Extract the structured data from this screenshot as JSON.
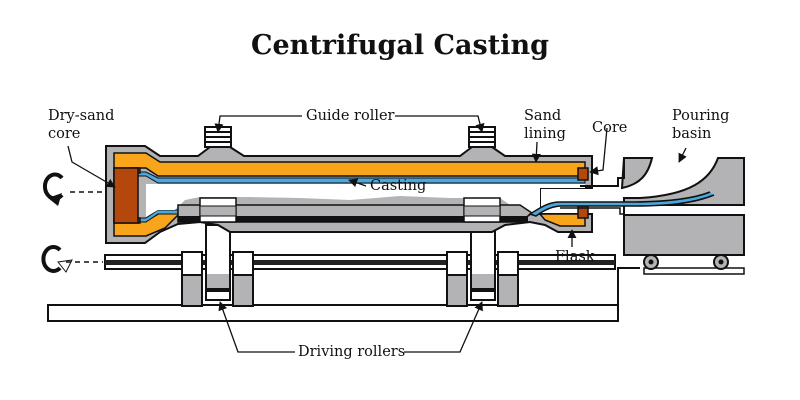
{
  "title": "Centrifugal Casting",
  "labels": {
    "dry_sand_core": "Dry-sand\ncore",
    "dry_sand_core_l1": "Dry-sand",
    "dry_sand_core_l2": "core",
    "guide_roller": "Guide roller",
    "sand_lining_l1": "Sand",
    "sand_lining_l2": "lining",
    "core": "Core",
    "pouring_basin_l1": "Pouring",
    "pouring_basin_l2": "basin",
    "casting": "Casting",
    "flask": "Flask",
    "driving_rollers": "Driving rollers"
  },
  "colors": {
    "flask_gray": "#b3b3b6",
    "sand_orange": "#f8a51c",
    "core_brown": "#b3470c",
    "metal_blue": "#4aa8dd",
    "outline": "#111111",
    "shaft_dark": "#222222"
  }
}
